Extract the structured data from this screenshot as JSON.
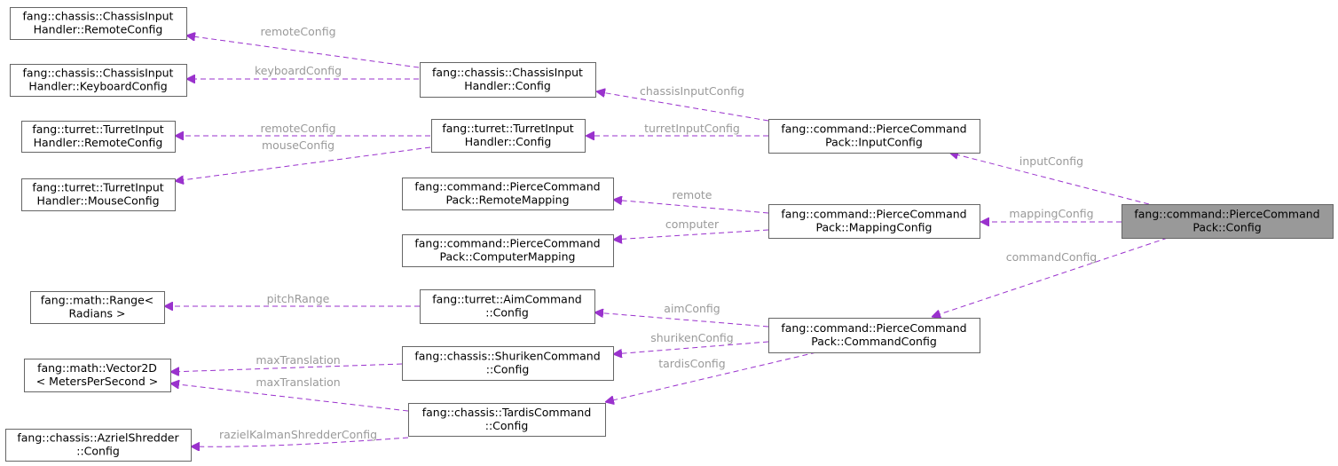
{
  "colors": {
    "edge": "#9a32cd",
    "edge_label": "#9a9a9a",
    "node_border": "#666666",
    "focus_fill": "#999999"
  },
  "nodes": [
    {
      "id": "chassis_remote",
      "lines": [
        "fang::chassis::ChassisInput",
        "Handler::RemoteConfig"
      ]
    },
    {
      "id": "chassis_keyboard",
      "lines": [
        "fang::chassis::ChassisInput",
        "Handler::KeyboardConfig"
      ]
    },
    {
      "id": "chassis_config",
      "lines": [
        "fang::chassis::ChassisInput",
        "Handler::Config"
      ]
    },
    {
      "id": "turret_remote",
      "lines": [
        "fang::turret::TurretInput",
        "Handler::RemoteConfig"
      ]
    },
    {
      "id": "turret_mouse",
      "lines": [
        "fang::turret::TurretInput",
        "Handler::MouseConfig"
      ]
    },
    {
      "id": "turret_config",
      "lines": [
        "fang::turret::TurretInput",
        "Handler::Config"
      ]
    },
    {
      "id": "input_config",
      "lines": [
        "fang::command::PierceCommand",
        "Pack::InputConfig"
      ]
    },
    {
      "id": "remote_mapping",
      "lines": [
        "fang::command::PierceCommand",
        "Pack::RemoteMapping"
      ]
    },
    {
      "id": "computer_mapping",
      "lines": [
        "fang::command::PierceCommand",
        "Pack::ComputerMapping"
      ]
    },
    {
      "id": "mapping_config",
      "lines": [
        "fang::command::PierceCommand",
        "Pack::MappingConfig"
      ]
    },
    {
      "id": "pack_config",
      "lines": [
        "fang::command::PierceCommand",
        "Pack::Config"
      ],
      "focus": true
    },
    {
      "id": "range",
      "lines": [
        "fang::math::Range<",
        "Radians >"
      ]
    },
    {
      "id": "aim_config",
      "lines": [
        "fang::turret::AimCommand",
        "::Config"
      ]
    },
    {
      "id": "vector2d",
      "lines": [
        "fang::math::Vector2D",
        "< MetersPerSecond >"
      ]
    },
    {
      "id": "shuriken_config",
      "lines": [
        "fang::chassis::ShurikenCommand",
        "::Config"
      ]
    },
    {
      "id": "tardis_config",
      "lines": [
        "fang::chassis::TardisCommand",
        "::Config"
      ]
    },
    {
      "id": "command_config",
      "lines": [
        "fang::command::PierceCommand",
        "Pack::CommandConfig"
      ]
    },
    {
      "id": "shredder",
      "lines": [
        "fang::chassis::AzrielShredder",
        "::Config"
      ]
    }
  ],
  "edges": [
    {
      "id": "e1",
      "from": "chassis_config",
      "to": "chassis_remote",
      "label": "remoteConfig"
    },
    {
      "id": "e2",
      "from": "chassis_config",
      "to": "chassis_keyboard",
      "label": "keyboardConfig"
    },
    {
      "id": "e3",
      "from": "turret_config",
      "to": "turret_remote",
      "label": "remoteConfig"
    },
    {
      "id": "e4",
      "from": "turret_config",
      "to": "turret_mouse",
      "label": "mouseConfig"
    },
    {
      "id": "e5",
      "from": "input_config",
      "to": "chassis_config",
      "label": "chassisInputConfig"
    },
    {
      "id": "e6",
      "from": "input_config",
      "to": "turret_config",
      "label": "turretInputConfig"
    },
    {
      "id": "e7",
      "from": "pack_config",
      "to": "input_config",
      "label": "inputConfig"
    },
    {
      "id": "e8",
      "from": "mapping_config",
      "to": "remote_mapping",
      "label": "remote"
    },
    {
      "id": "e9",
      "from": "mapping_config",
      "to": "computer_mapping",
      "label": "computer"
    },
    {
      "id": "e10",
      "from": "pack_config",
      "to": "mapping_config",
      "label": "mappingConfig"
    },
    {
      "id": "e11",
      "from": "pack_config",
      "to": "command_config",
      "label": "commandConfig"
    },
    {
      "id": "e12",
      "from": "aim_config",
      "to": "range",
      "label": "pitchRange"
    },
    {
      "id": "e13",
      "from": "command_config",
      "to": "aim_config",
      "label": "aimConfig"
    },
    {
      "id": "e14",
      "from": "command_config",
      "to": "shuriken_config",
      "label": "shurikenConfig"
    },
    {
      "id": "e15",
      "from": "command_config",
      "to": "tardis_config",
      "label": "tardisConfig"
    },
    {
      "id": "e16",
      "from": "shuriken_config",
      "to": "vector2d",
      "label": "maxTranslation"
    },
    {
      "id": "e17",
      "from": "tardis_config",
      "to": "vector2d",
      "label": "maxTranslation"
    },
    {
      "id": "e18",
      "from": "tardis_config",
      "to": "shredder",
      "label": "razielKalmanShredderConfig"
    }
  ]
}
